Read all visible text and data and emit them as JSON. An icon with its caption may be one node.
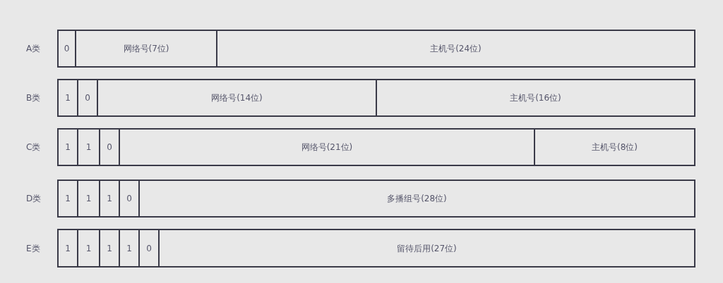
{
  "diagram": {
    "nodes": [
      {
        "text": [
          "0"
        ]
      },
      {
        "text": [
          "网络号(7位)"
        ]
      },
      {
        "text": [
          "主机号(24位)"
        ]
      },
      {
        "text": [
          "1"
        ]
      },
      {
        "text": [
          "0"
        ]
      },
      {
        "text": [
          "网络号(14位)"
        ]
      },
      {
        "text": [
          "主机号(16位)"
        ]
      },
      {
        "text": [
          "1"
        ]
      },
      {
        "text": [
          "1"
        ]
      },
      {
        "text": [
          "0"
        ]
      },
      {
        "text": [
          "网络号(21位)"
        ]
      },
      {
        "text": [
          "主机号(8位)"
        ]
      },
      {
        "text": [
          "1"
        ]
      },
      {
        "text": [
          "1"
        ]
      },
      {
        "text": [
          "1"
        ]
      },
      {
        "text": [
          "0"
        ]
      },
      {
        "text": [
          "多播组号(28位)"
        ]
      },
      {
        "text": [
          "1"
        ]
      },
      {
        "text": [
          "1"
        ]
      },
      {
        "text": [
          "1"
        ]
      },
      {
        "text": [
          "1"
        ]
      },
      {
        "text": [
          "0"
        ]
      },
      {
        "text": [
          "留待后用(27位)"
        ]
      }
    ],
    "labels": [
      "A类",
      "B类",
      "C类",
      "D类",
      "E类"
    ]
  }
}
